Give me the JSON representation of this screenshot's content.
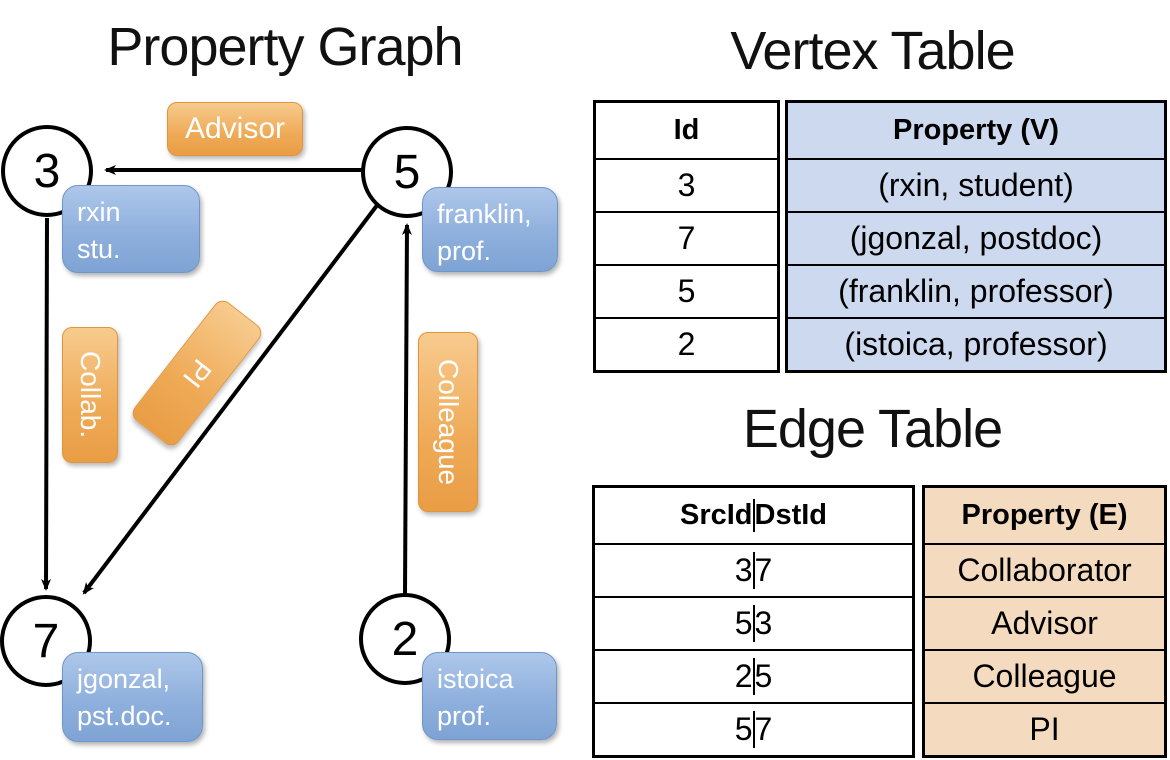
{
  "graph": {
    "title": "Property Graph",
    "nodes": [
      {
        "id": "3",
        "property": {
          "line1": "rxin",
          "line2": "stu."
        }
      },
      {
        "id": "5",
        "property": {
          "line1": "franklin,",
          "line2": "prof."
        }
      },
      {
        "id": "7",
        "property": {
          "line1": "jgonzal,",
          "line2": "pst.doc."
        }
      },
      {
        "id": "2",
        "property": {
          "line1": "istoica",
          "line2": "prof."
        }
      }
    ],
    "edge_labels": {
      "advisor": "Advisor",
      "collab": "Collab.",
      "pi": "PI",
      "colleague": "Colleague"
    }
  },
  "vertex_table": {
    "title": "Vertex Table",
    "headers": {
      "id": "Id",
      "property": "Property (V)"
    },
    "rows": [
      {
        "id": "3",
        "property": "(rxin, student)"
      },
      {
        "id": "7",
        "property": "(jgonzal, postdoc)"
      },
      {
        "id": "5",
        "property": "(franklin, professor)"
      },
      {
        "id": "2",
        "property": "(istoica, professor)"
      }
    ]
  },
  "edge_table": {
    "title": "Edge Table",
    "headers": {
      "src": "SrcId",
      "dst": "DstId",
      "property": "Property (E)"
    },
    "rows": [
      {
        "src": "3",
        "dst": "7",
        "property": "Collaborator"
      },
      {
        "src": "5",
        "dst": "3",
        "property": "Advisor"
      },
      {
        "src": "2",
        "dst": "5",
        "property": "Colleague"
      },
      {
        "src": "5",
        "dst": "7",
        "property": "PI"
      }
    ]
  },
  "colors": {
    "edge_label_fill": "#EFAA57",
    "vertex_property_fill": "#8FB0DD",
    "vertex_table_property_fill": "#CDD9EE",
    "edge_table_property_fill": "#F4DBC0",
    "line": "#000000"
  }
}
